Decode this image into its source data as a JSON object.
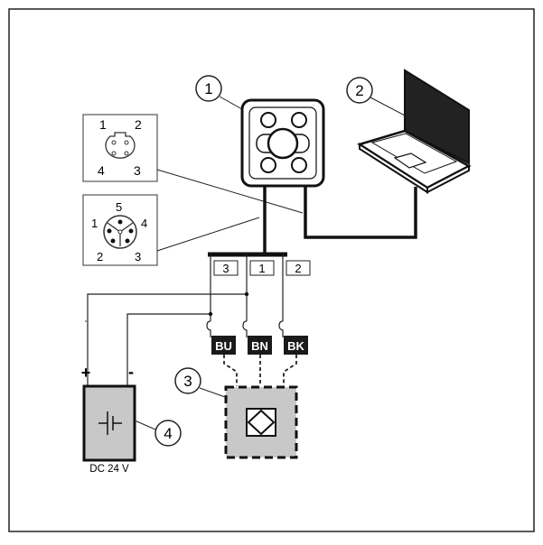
{
  "callouts": {
    "camera": "1",
    "laptop": "2",
    "sensor": "3",
    "power_supply": "4"
  },
  "connector_m8": {
    "pin_top_left": "1",
    "pin_top_right": "2",
    "pin_bottom_left": "4",
    "pin_bottom_right": "3"
  },
  "connector_m12": {
    "pin_top": "5",
    "pin_left": "1",
    "pin_right": "4",
    "pin_bottom_left": "2",
    "pin_bottom_right": "3"
  },
  "terminals": [
    "3",
    "1",
    "2"
  ],
  "wire_colors": [
    "BU",
    "BN",
    "BK"
  ],
  "polarity": {
    "plus": "+",
    "minus": "-"
  },
  "power_supply_label": "DC 24 V"
}
